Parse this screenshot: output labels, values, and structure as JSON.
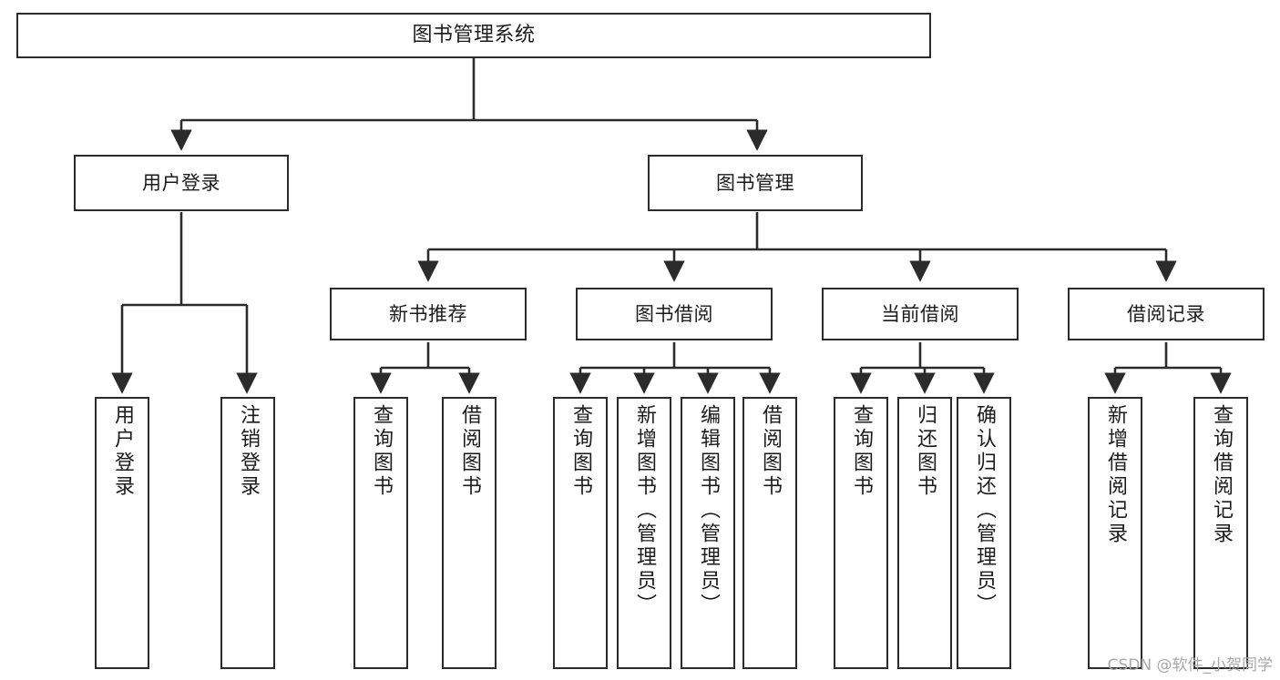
{
  "diagram": {
    "title": "图书管理系统",
    "type": "tree-hierarchy-chart",
    "watermark": "CSDN @软件_小贺同学",
    "colors": {
      "border": "#2b2b2b",
      "background": "#ffffff",
      "text": "#1b1b1b",
      "edge": "#2b2b2b",
      "watermark": "#a8a8a8"
    },
    "levels": {
      "root": {
        "label": "图书管理系统"
      },
      "level2": [
        {
          "label": "用户登录"
        },
        {
          "label": "图书管理"
        }
      ],
      "level3": [
        {
          "label": "新书推荐"
        },
        {
          "label": "图书借阅"
        },
        {
          "label": "当前借阅"
        },
        {
          "label": "借阅记录"
        }
      ],
      "leaves": {
        "user_login": [
          {
            "label": "用户登录"
          },
          {
            "label": "注销登录"
          }
        ],
        "new_book_recommend": [
          {
            "label": "查询图书"
          },
          {
            "label": "借阅图书"
          }
        ],
        "book_borrow": [
          {
            "label": "查询图书"
          },
          {
            "label": "新增图书（管理员）"
          },
          {
            "label": "编辑图书（管理员）"
          },
          {
            "label": "借阅图书"
          }
        ],
        "current_borrow": [
          {
            "label": "查询图书"
          },
          {
            "label": "归还图书"
          },
          {
            "label": "确认归还（管理员）"
          }
        ],
        "borrow_record": [
          {
            "label": "新增借阅记录"
          },
          {
            "label": "查询借阅记录"
          }
        ]
      }
    }
  }
}
